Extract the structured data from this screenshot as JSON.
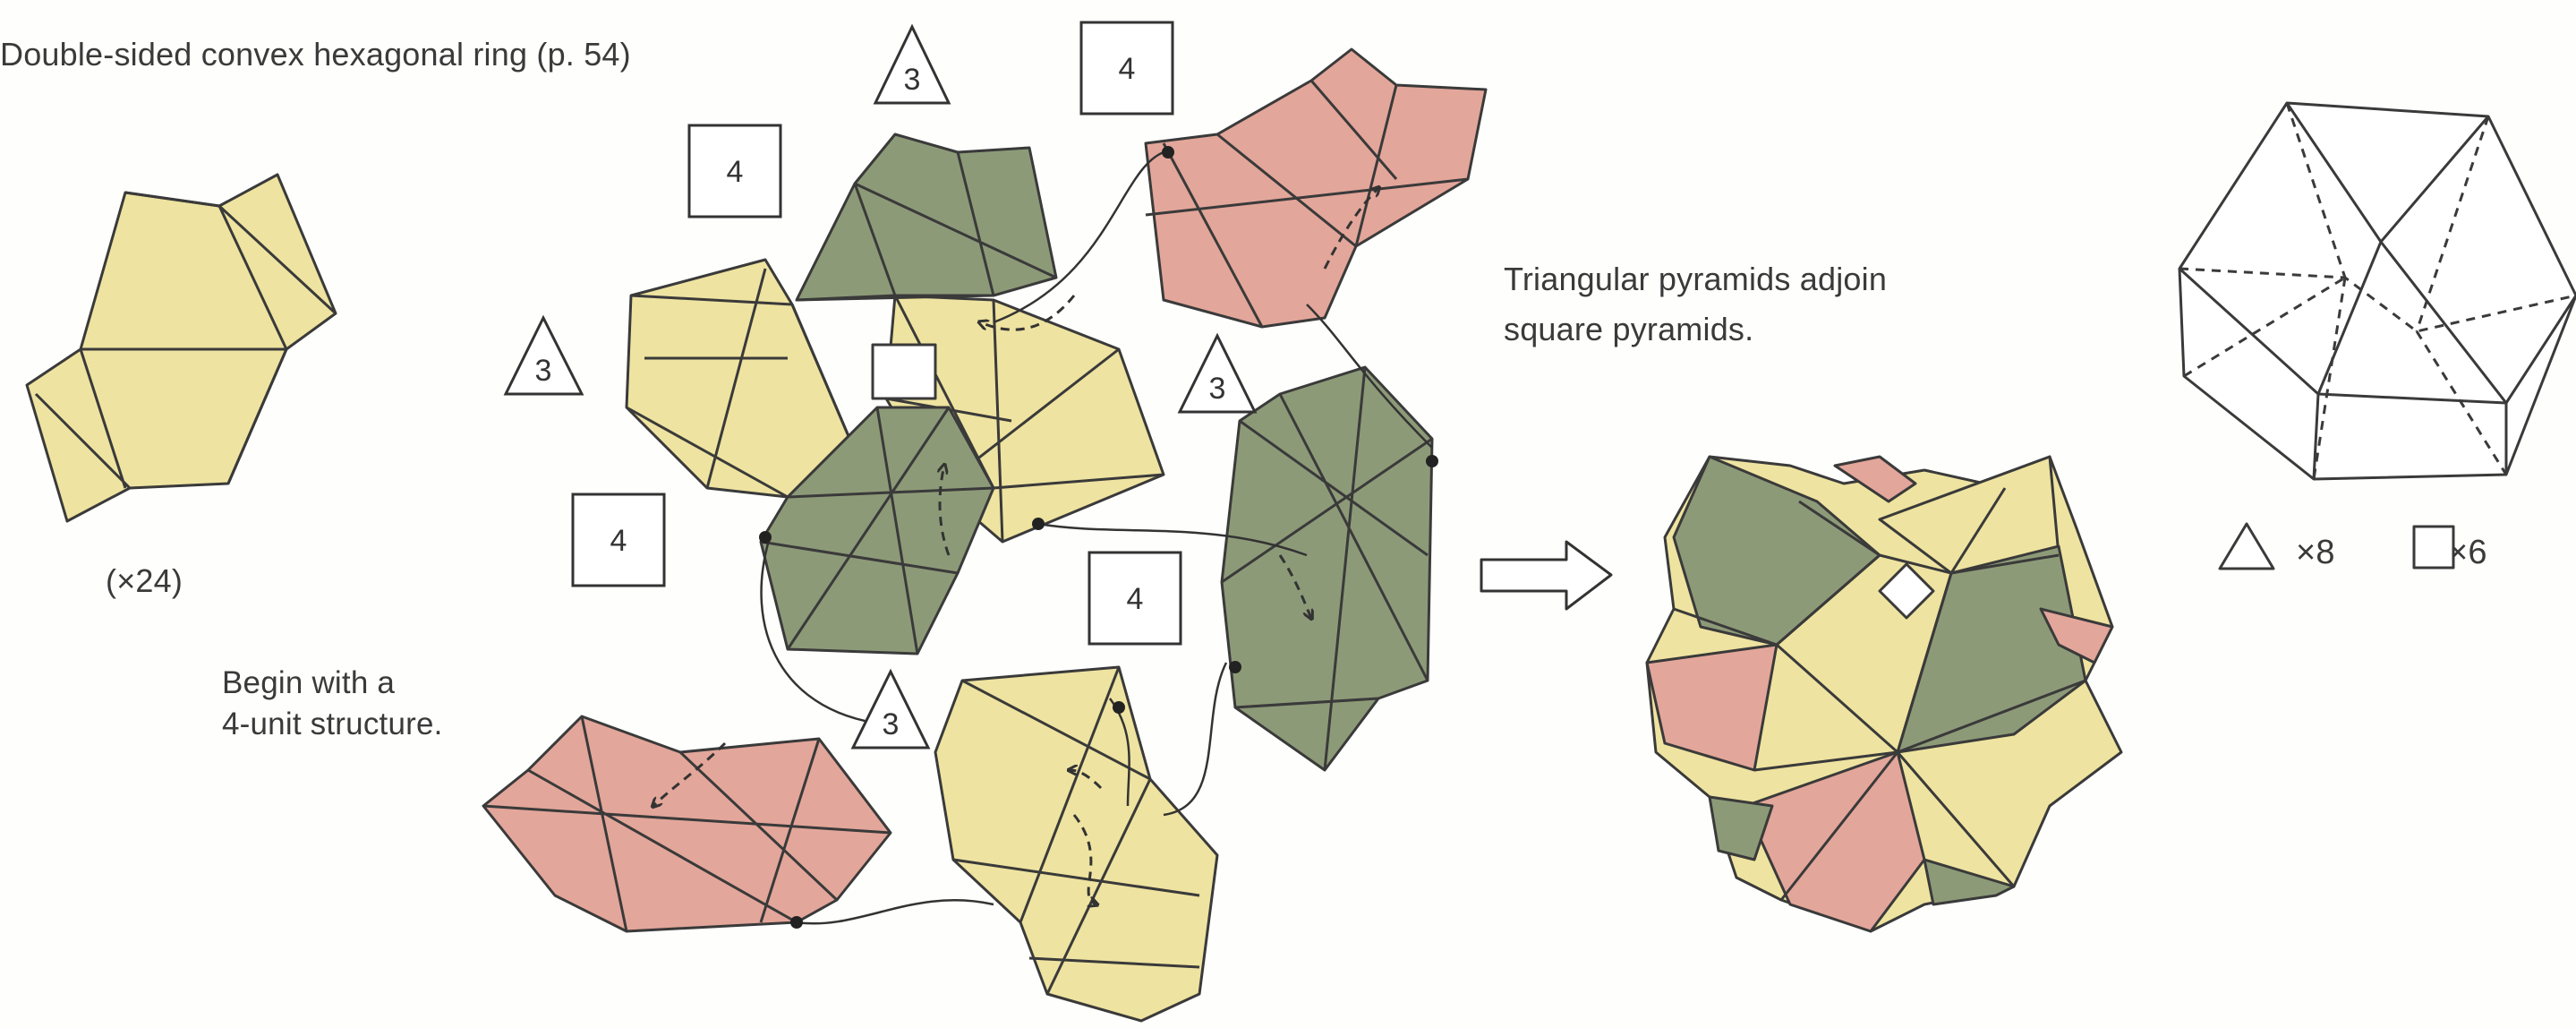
{
  "title": "Double-sided convex hexagonal ring (p. 54)",
  "unit_count": "(×24)",
  "begin_note": [
    "Begin with a",
    "4-unit structure."
  ],
  "adjoin_note": [
    "Triangular pyramids adjoin",
    "square pyramids."
  ],
  "badge_labels": {
    "triangle": "3",
    "square": "4"
  },
  "legend": {
    "triangle_count": "×8",
    "square_count": "×6"
  },
  "colors": {
    "yellow": "#eee3a0",
    "green": "#8d9a78",
    "pink": "#e3a69a",
    "line": "#333333"
  },
  "icons": {
    "triangle_badge": "triangle-outline",
    "square_badge": "square-outline",
    "arrow": "hollow-right-arrow"
  }
}
